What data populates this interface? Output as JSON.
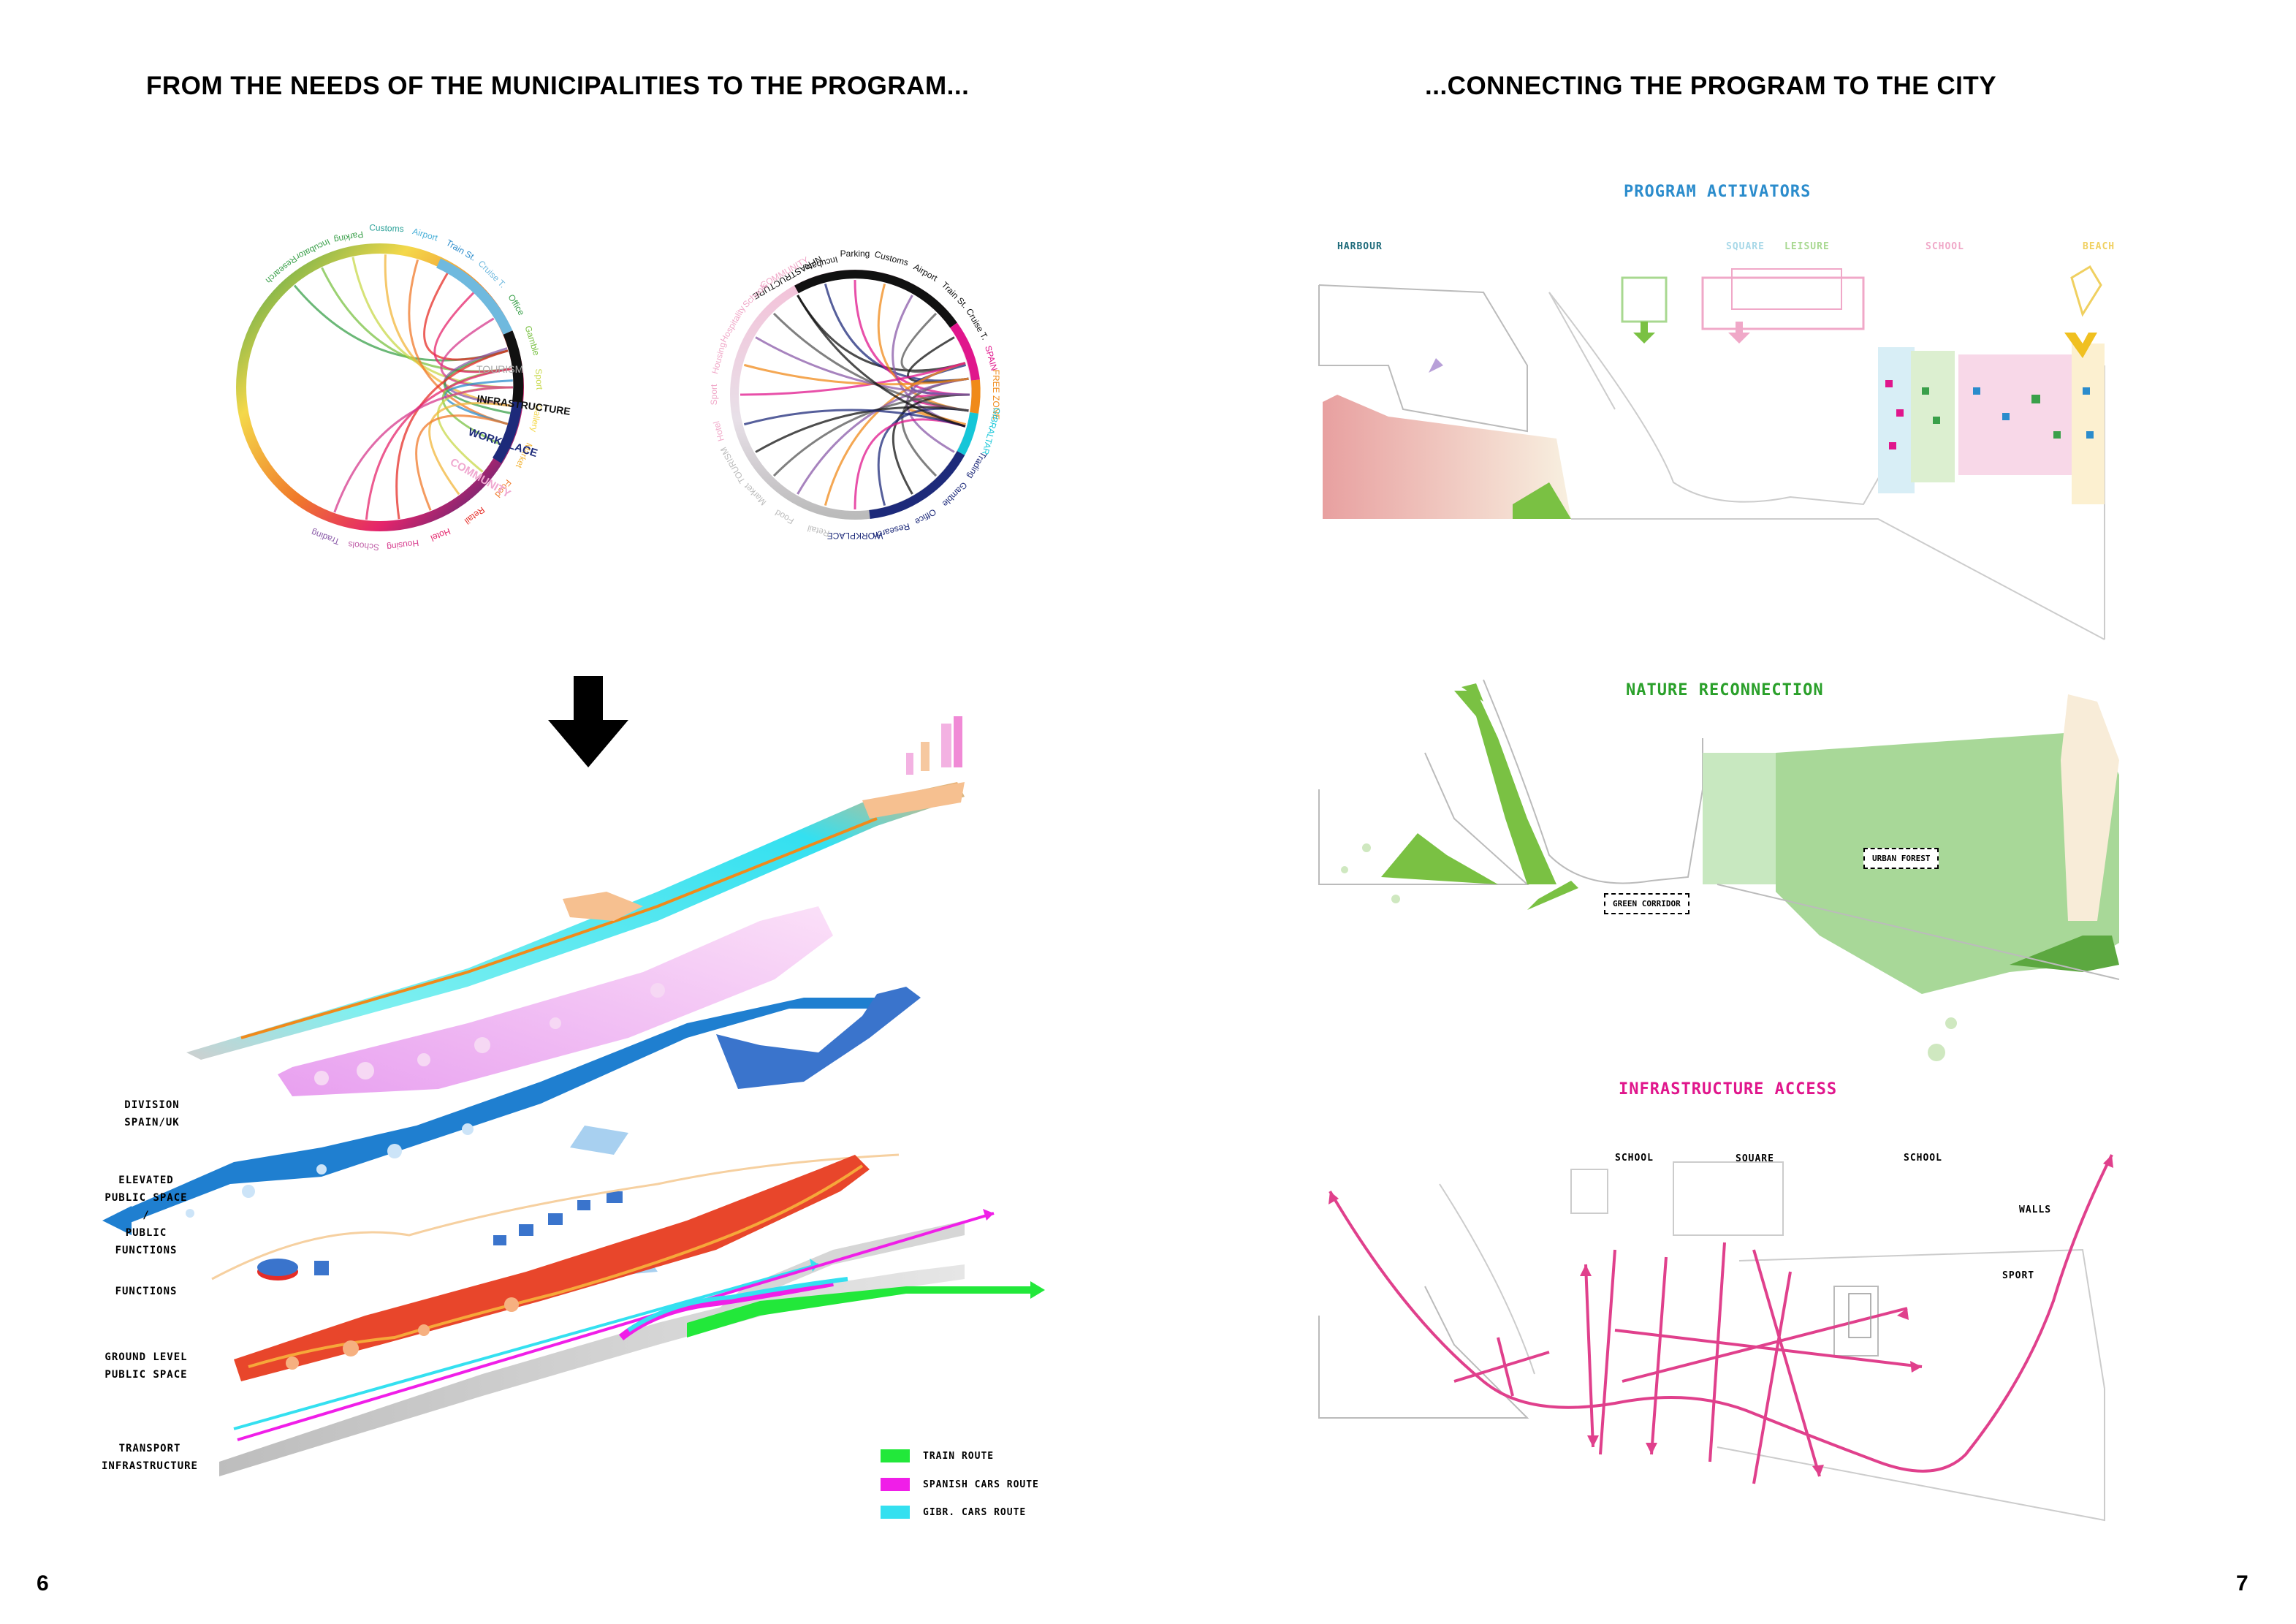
{
  "headings": {
    "left": "FROM THE NEEDS OF THE MUNICIPALITIES TO THE PROGRAM...",
    "right": "...CONNECTING THE PROGRAM TO THE CITY"
  },
  "page_numbers": {
    "left": "6",
    "right": "7"
  },
  "chord_left": {
    "outer_labels": [
      {
        "text": "Research",
        "color": "#3aa04a"
      },
      {
        "text": "Incubator",
        "color": "#3aa04a"
      },
      {
        "text": "Parking",
        "color": "#3aa04a"
      },
      {
        "text": "Customs",
        "color": "#2aa198"
      },
      {
        "text": "Airport",
        "color": "#4ab0d8"
      },
      {
        "text": "Train St.",
        "color": "#2b8ccc"
      },
      {
        "text": "Cruise T.",
        "color": "#6fb9de"
      },
      {
        "text": "Office",
        "color": "#3aa04a"
      },
      {
        "text": "Gamble",
        "color": "#7ac143"
      },
      {
        "text": "Sport",
        "color": "#c8d84a"
      },
      {
        "text": "Gallery",
        "color": "#f4d84a"
      },
      {
        "text": "Market",
        "color": "#f2b53a"
      },
      {
        "text": "Food",
        "color": "#f07a2a"
      },
      {
        "text": "Retail",
        "color": "#e52d27"
      },
      {
        "text": "Hotel",
        "color": "#e5246b"
      },
      {
        "text": "Housing",
        "color": "#d63a8c"
      },
      {
        "text": "Schools",
        "color": "#c060a8"
      },
      {
        "text": "Trading",
        "color": "#8a5aa8"
      }
    ],
    "group_labels": [
      {
        "text": "TOURISM",
        "color": "#aaaaaa"
      },
      {
        "text": "INFRASTRUCTURE",
        "color": "#111111"
      },
      {
        "text": "WORKPLACE",
        "color": "#1d2a7a"
      },
      {
        "text": "COMMUNITY",
        "color": "#f0a8d0"
      }
    ]
  },
  "chord_right": {
    "outer_labels": [
      {
        "text": "NFRASTRUCTURE",
        "color": "#111111"
      },
      {
        "text": "Incubator",
        "color": "#111111"
      },
      {
        "text": "Parking",
        "color": "#111111"
      },
      {
        "text": "Customs",
        "color": "#111111"
      },
      {
        "text": "Airport",
        "color": "#111111"
      },
      {
        "text": "Train St.",
        "color": "#111111"
      },
      {
        "text": "Cruise T.",
        "color": "#111111"
      },
      {
        "text": "SPAIN",
        "color": "#e0168c"
      },
      {
        "text": "FREE ZONE",
        "color": "#f08a1a"
      },
      {
        "text": "GIBRALTAR",
        "color": "#15c6d8"
      },
      {
        "text": "Trading",
        "color": "#1d2a7a"
      },
      {
        "text": "Gamble",
        "color": "#1d2a7a"
      },
      {
        "text": "Office",
        "color": "#1d2a7a"
      },
      {
        "text": "Research",
        "color": "#1d2a7a"
      },
      {
        "text": "WORKPLACE",
        "color": "#1d2a7a"
      },
      {
        "text": "Retail",
        "color": "#bbbbbb"
      },
      {
        "text": "Food",
        "color": "#bbbbbb"
      },
      {
        "text": "Market",
        "color": "#bbbbbb"
      },
      {
        "text": "TOURISM",
        "color": "#bbbbbb"
      },
      {
        "text": "Hotel",
        "color": "#f0a8c8"
      },
      {
        "text": "Sport",
        "color": "#f0a8c8"
      },
      {
        "text": "Housing",
        "color": "#f0a8c8"
      },
      {
        "text": "Hospitality",
        "color": "#f0a8c8"
      },
      {
        "text": "Schools",
        "color": "#f0a8c8"
      },
      {
        "text": "COMMUNITY",
        "color": "#f0a8c8"
      }
    ]
  },
  "axonometric": {
    "layers": [
      {
        "label_line1": "DIVISION",
        "label_line2": "SPAIN/UK"
      },
      {
        "label_line1": "ELEVATED",
        "label_line2": "PUBLIC SPACE",
        "label_line3": "/",
        "label_line4": "PUBLIC",
        "label_line5": "FUNCTIONS"
      },
      {
        "label_line1": "FUNCTIONS"
      },
      {
        "label_line1": "GROUND LEVEL",
        "label_line2": "PUBLIC SPACE"
      },
      {
        "label_line1": "TRANSPORT",
        "label_line2": "INFRASTRUCTURE"
      }
    ],
    "legend": [
      {
        "label": "TRAIN ROUTE",
        "color": "#22e83a"
      },
      {
        "label": "SPANISH CARS ROUTE",
        "color": "#f01ee8"
      },
      {
        "label": "GIBR. CARS ROUTE",
        "color": "#34e0f0"
      }
    ]
  },
  "maps": {
    "activators": {
      "title": "PROGRAM ACTIVATORS",
      "title_color": "#2b8ccc",
      "labels": {
        "harbour": "HARBOUR",
        "square": "SQUARE",
        "leisure": "LEISURE",
        "school": "SCHOOL",
        "beach": "BEACH"
      },
      "label_colors": {
        "harbour": "#1d6a7a",
        "square": "#a8d8e8",
        "leisure": "#a8d890",
        "school": "#f0a8c8",
        "beach": "#f0d060"
      }
    },
    "nature": {
      "title": "NATURE RECONNECTION",
      "title_color": "#2aa02a",
      "labels": {
        "green_corridor": "GREEN CORRIDOR",
        "urban_forest": "URBAN FOREST"
      }
    },
    "infrastructure": {
      "title": "INFRASTRUCTURE ACCESS",
      "title_color": "#e0168c",
      "labels": {
        "school_left": "SCHOOL",
        "square": "SQUARE",
        "school_right": "SCHOOL",
        "walls": "WALLS",
        "sport": "SPORT"
      }
    }
  },
  "icons": {
    "down_arrow": "down-arrow-icon"
  }
}
